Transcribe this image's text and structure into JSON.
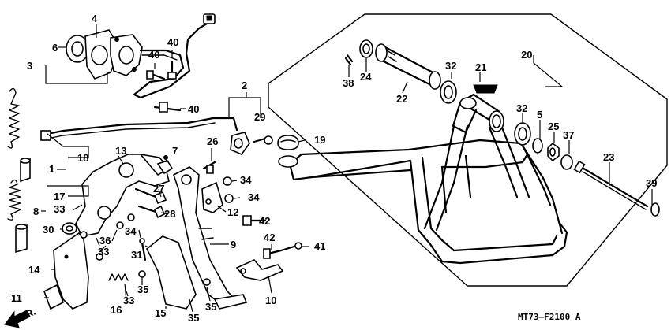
{
  "diagram": {
    "code": "MT73–F2100 A",
    "front_label": "FR.",
    "callouts": [
      "1",
      "2",
      "3",
      "4",
      "5",
      "6",
      "7",
      "8",
      "9",
      "10",
      "11",
      "12",
      "13",
      "14",
      "15",
      "16",
      "17",
      "18",
      "19",
      "20",
      "21",
      "22",
      "23",
      "24",
      "25",
      "26",
      "27",
      "28",
      "29",
      "30",
      "31",
      "32",
      "33",
      "34",
      "35",
      "36",
      "37",
      "38",
      "39",
      "40",
      "41",
      "42"
    ]
  }
}
